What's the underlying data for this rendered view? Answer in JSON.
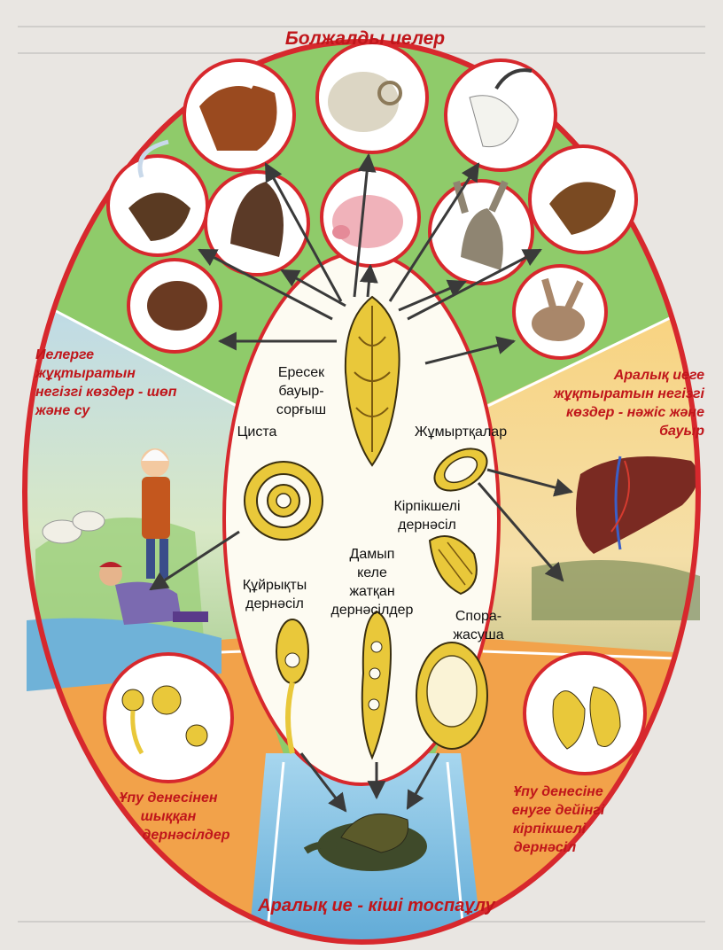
{
  "sectors": {
    "top_title": "Болжалды иелер",
    "left_l1": "Иелерге",
    "left_l2": "жұқтыратын",
    "left_l3": "негізгі көздер - шөп",
    "left_l4": "және су",
    "right_l1": "Аралық иеге",
    "right_l2": "жұқтыратын негізгі",
    "right_l3": "көздер - нәжіс және",
    "right_l4": "бауыр",
    "bottom_left_l1": "Ұпу денесінен",
    "bottom_left_l2": "шыққан",
    "bottom_left_l3": "дернәсілдер",
    "bottom_right_l1": "Ұпу денесіне",
    "bottom_right_l2": "енуге дейінгі",
    "bottom_right_l3": "кірпікшелі",
    "bottom_right_l4": "дернәсіл",
    "bottom_title": "Аралық ие - кіші тоспаұлу"
  },
  "stages": {
    "adult_l1": "Ересек",
    "adult_l2": "бауыр-",
    "adult_l3": "сорғыш",
    "cyst": "Циста",
    "eggs": "Жұмыртқалар",
    "ciliated_l1": "Кірпікшелі",
    "ciliated_l2": "дернәсіл",
    "developing_l1": "Дамып",
    "developing_l2": "келе",
    "developing_l3": "жатқан",
    "developing_l4": "дернәсілдер",
    "tailed_l1": "Құйрықты",
    "tailed_l2": "дернәсіл",
    "sporocyst_l1": "Спора-",
    "sporocyst_l2": "жасуша"
  },
  "hosts": [
    "cow",
    "sheep",
    "goat",
    "moose",
    "horse",
    "pig",
    "donkey",
    "camel",
    "beaver",
    "hare"
  ],
  "icons": [
    "adult-fluke",
    "cyst",
    "egg",
    "miracidium",
    "redia",
    "cercaria",
    "sporocyst",
    "snail",
    "liver",
    "human-figures"
  ],
  "colors": {
    "outer_border": "#d7282d",
    "top_sector": "#8fcb6a",
    "right_sector": "#f6c86a",
    "left_sector": "#c9e2ee",
    "bottom_sector": "#7fc3e6",
    "bottom_side_sectors": "#f2a24a",
    "center": "#fdfbf2",
    "organism_fill": "#e9c83a",
    "label_red": "#c0161b"
  }
}
